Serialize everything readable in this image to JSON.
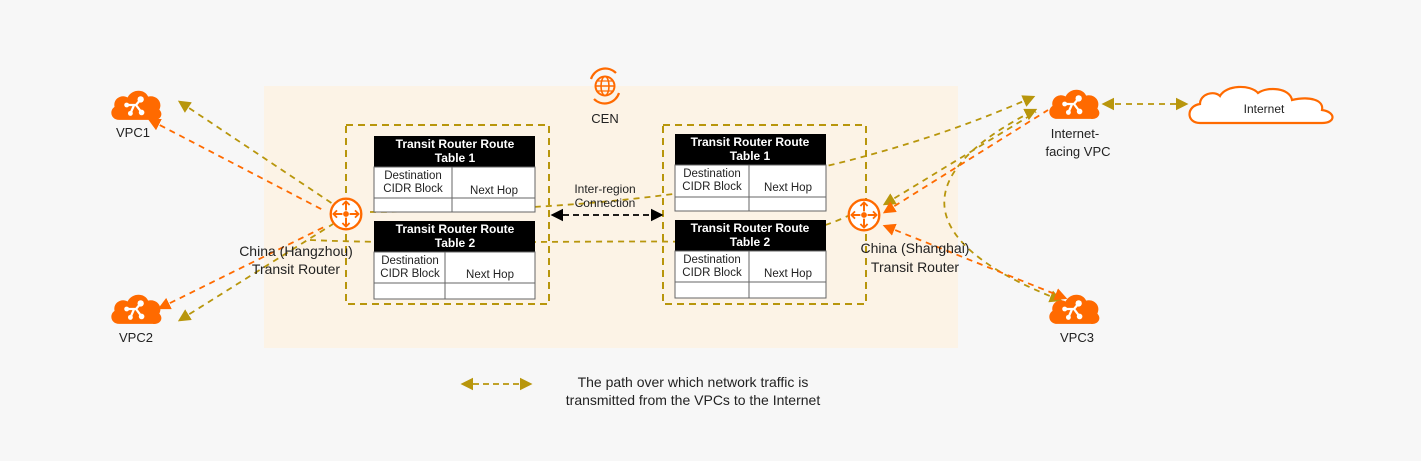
{
  "cen_label": "CEN",
  "vpcs": {
    "vpc1": "VPC1",
    "vpc2": "VPC2",
    "vpc3": "VPC3",
    "internet_vpc": [
      "Internet-",
      "facing VPC"
    ]
  },
  "internet_label": "Internet",
  "routers": {
    "hangzhou": {
      "region": "China (Hangzhou)",
      "type": "Transit Router"
    },
    "shanghai": {
      "region": "China (Shanghai)",
      "type": "Transit Router"
    }
  },
  "route_tables": {
    "left_1": {
      "title": [
        "Transit Router Route",
        "Table 1"
      ],
      "col1": [
        "Destination",
        "CIDR Block"
      ],
      "col2": "Next Hop"
    },
    "left_2": {
      "title": [
        "Transit Router Route",
        "Table 2"
      ],
      "col1": [
        "Destination",
        "CIDR Block"
      ],
      "col2": "Next Hop"
    },
    "right_1": {
      "title": [
        "Transit Router Route",
        "Table 1"
      ],
      "col1": [
        "Destination",
        "CIDR Block"
      ],
      "col2": "Next Hop"
    },
    "right_2": {
      "title": [
        "Transit Router Route",
        "Table 2"
      ],
      "col1": [
        "Destination",
        "CIDR Block"
      ],
      "col2": "Next Hop"
    }
  },
  "connection_label": [
    "Inter-region",
    "Connection"
  ],
  "legend": [
    "The path over which network traffic is",
    "transmitted from the VPCs to the Internet"
  ],
  "colors": {
    "accent_orange": "#ff6a00",
    "dash_gold": "#b8960c",
    "dash_orange": "#ff6a00",
    "cen_bg": "#fcf3e6",
    "table_header": "#000000"
  }
}
